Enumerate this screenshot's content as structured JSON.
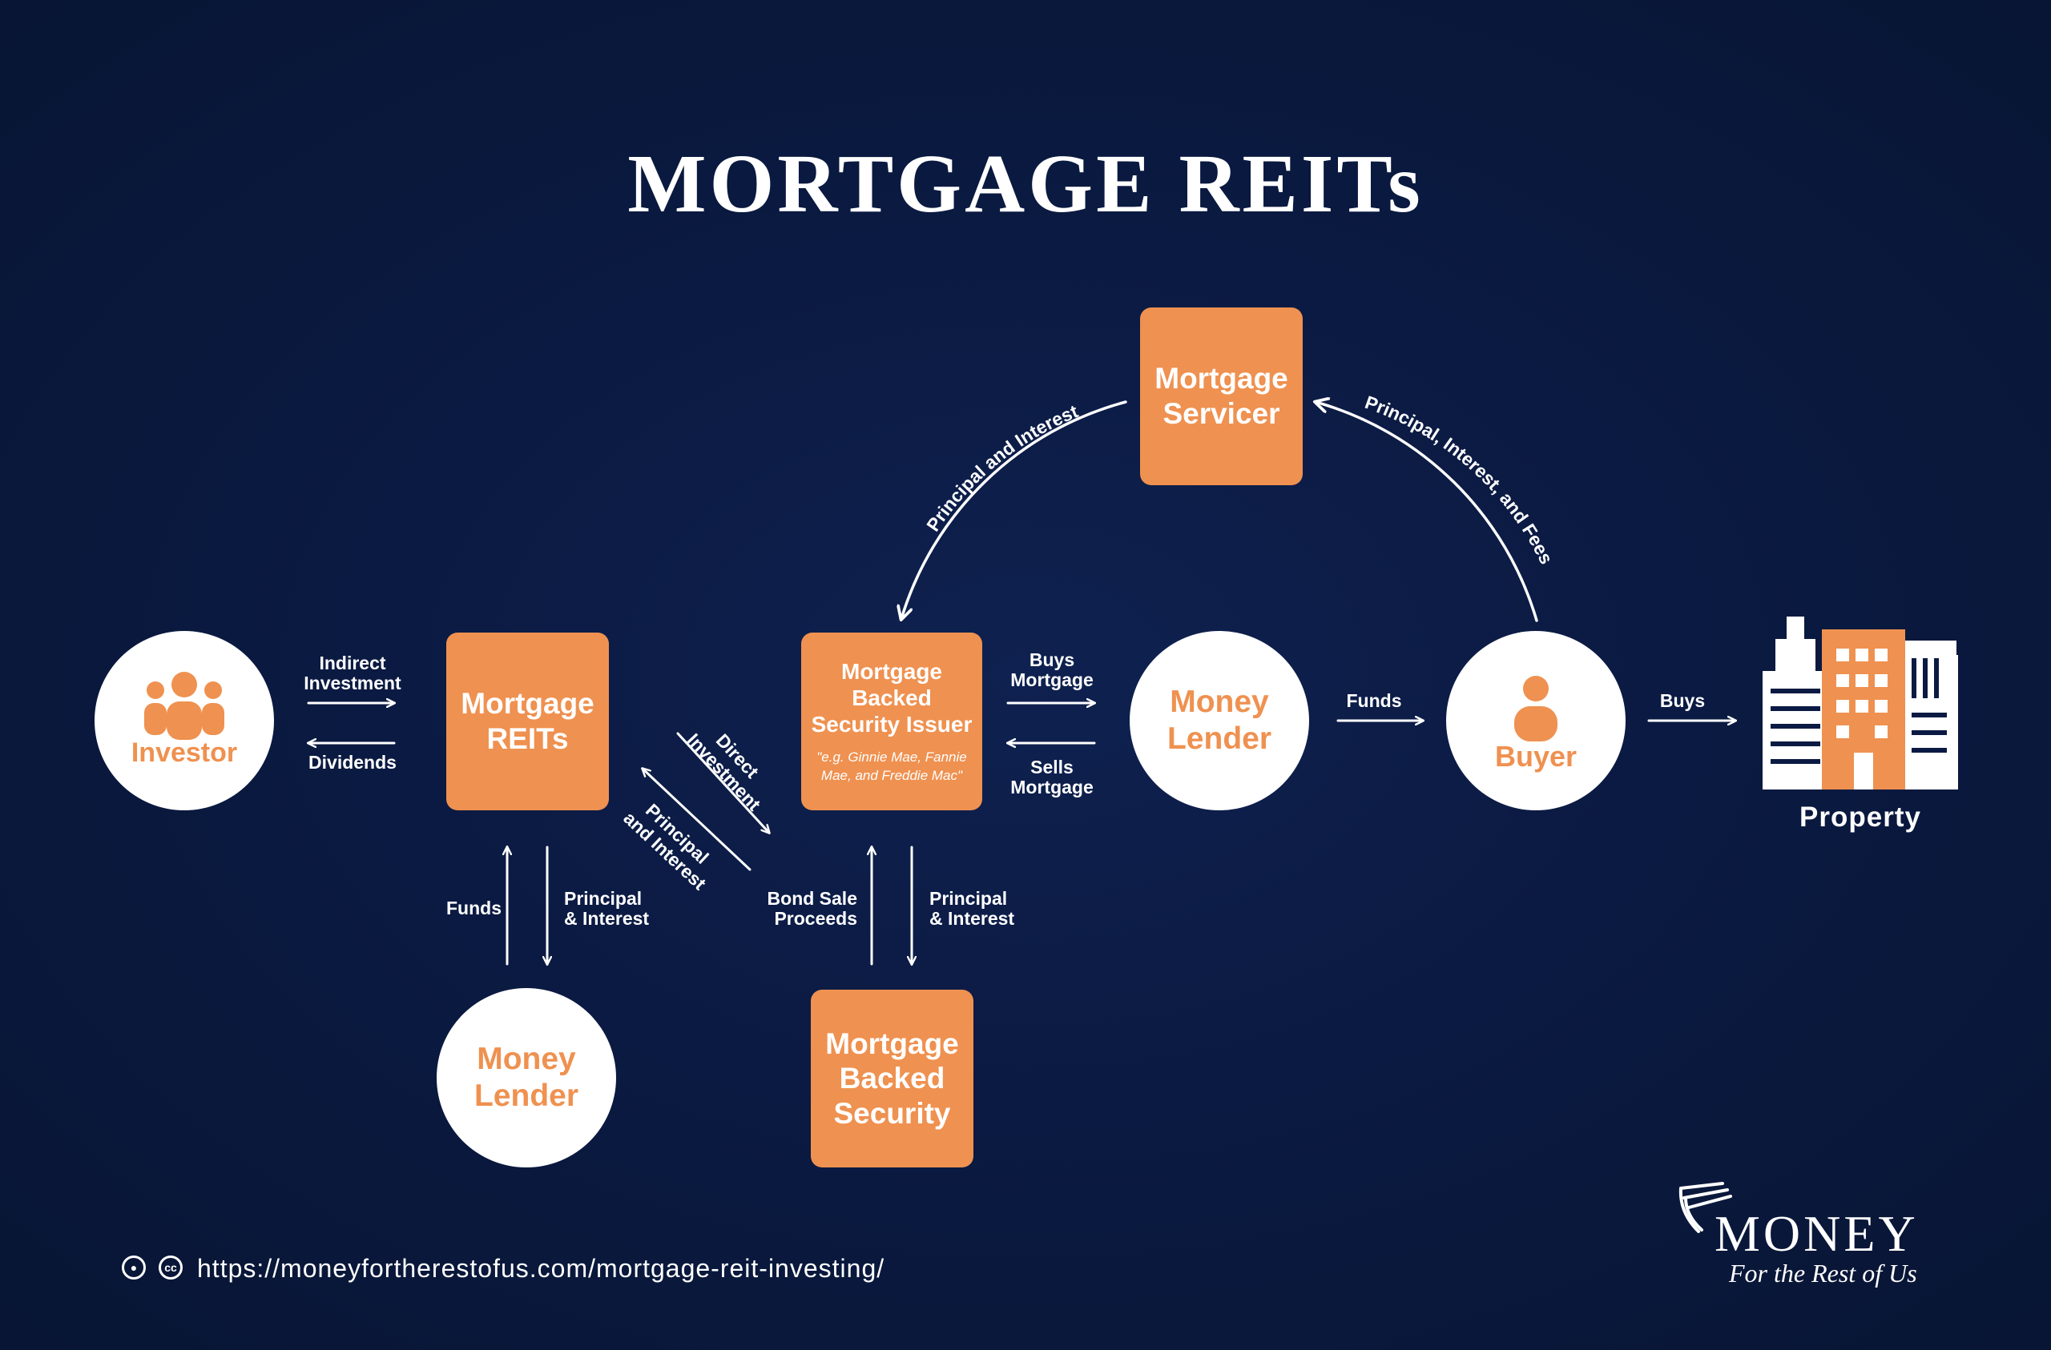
{
  "title": "MORTGAGE REITs",
  "nodes": {
    "investor": "Investor",
    "mortgage_reits": [
      "Mortgage",
      "REITs"
    ],
    "mbs_issuer": [
      "Mortgage",
      "Backed",
      "Security Issuer"
    ],
    "mbs_issuer_note": [
      "\"e.g. Ginnie Mae, Fannie",
      "Mae, and Freddie Mac\""
    ],
    "mortgage_servicer": [
      "Mortgage",
      "Servicer"
    ],
    "money_lender_center": [
      "Money",
      "Lender"
    ],
    "buyer": "Buyer",
    "property": "Property",
    "money_lender_bottom": [
      "Money",
      "Lender"
    ],
    "mbs": [
      "Mortgage",
      "Backed",
      "Security"
    ]
  },
  "flows": {
    "indirect_investment": [
      "Indirect",
      "Investment"
    ],
    "dividends": "Dividends",
    "direct_investment": [
      "Direct",
      "Investment"
    ],
    "principal_and_interest_diag": [
      "Principal",
      "and Interest"
    ],
    "buys_mortgage": [
      "Buys",
      "Mortgage"
    ],
    "sells_mortgage": [
      "Sells",
      "Mortgage"
    ],
    "funds_to_buyer": "Funds",
    "buys_property": "Buys",
    "principal_and_interest_arc": "Principal and Interest",
    "principal_interest_fees_arc": "Principal, Interest, and Fees",
    "funds_from_lender": "Funds",
    "principal_interest_to_lender": [
      "Principal",
      "& Interest"
    ],
    "bond_sale_proceeds": [
      "Bond Sale",
      "Proceeds"
    ],
    "principal_interest_to_mbs": [
      "Principal",
      "& Interest"
    ]
  },
  "footer": {
    "url": "https://moneyfortherestofus.com/mortgage-reit-investing/",
    "license_icons": [
      "attribution-icon",
      "creative-commons-icon"
    ]
  },
  "logo": {
    "wordmark": "MONEY",
    "tagline": "For the Rest of Us"
  },
  "colors": {
    "background": "#0b1a42",
    "accent_orange": "#ef9150",
    "white": "#ffffff"
  }
}
